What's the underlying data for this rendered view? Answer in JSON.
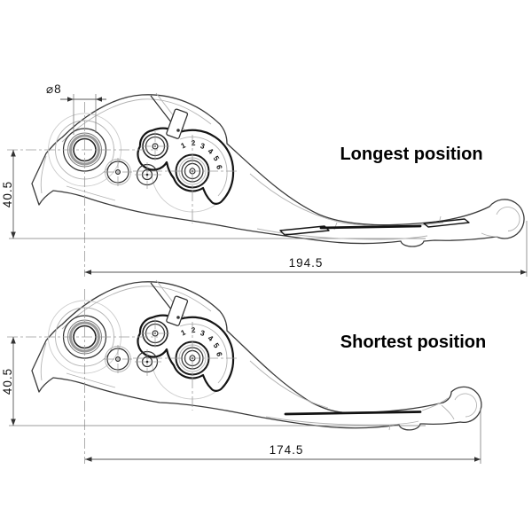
{
  "drawing": {
    "top": {
      "label": "Longest position",
      "length": "194.5"
    },
    "bottom": {
      "label": "Shortest position",
      "length": "174.5"
    },
    "shared": {
      "height": "40.5",
      "bore": "⌀8",
      "scale": [
        "1",
        "2",
        "3",
        "4",
        "5",
        "6"
      ]
    }
  },
  "colors": {
    "background": "#ffffff",
    "outline": "#3b3b3b",
    "accent_black": "#121212",
    "centerline": "#9a9a9a",
    "dimension": "#555555"
  }
}
